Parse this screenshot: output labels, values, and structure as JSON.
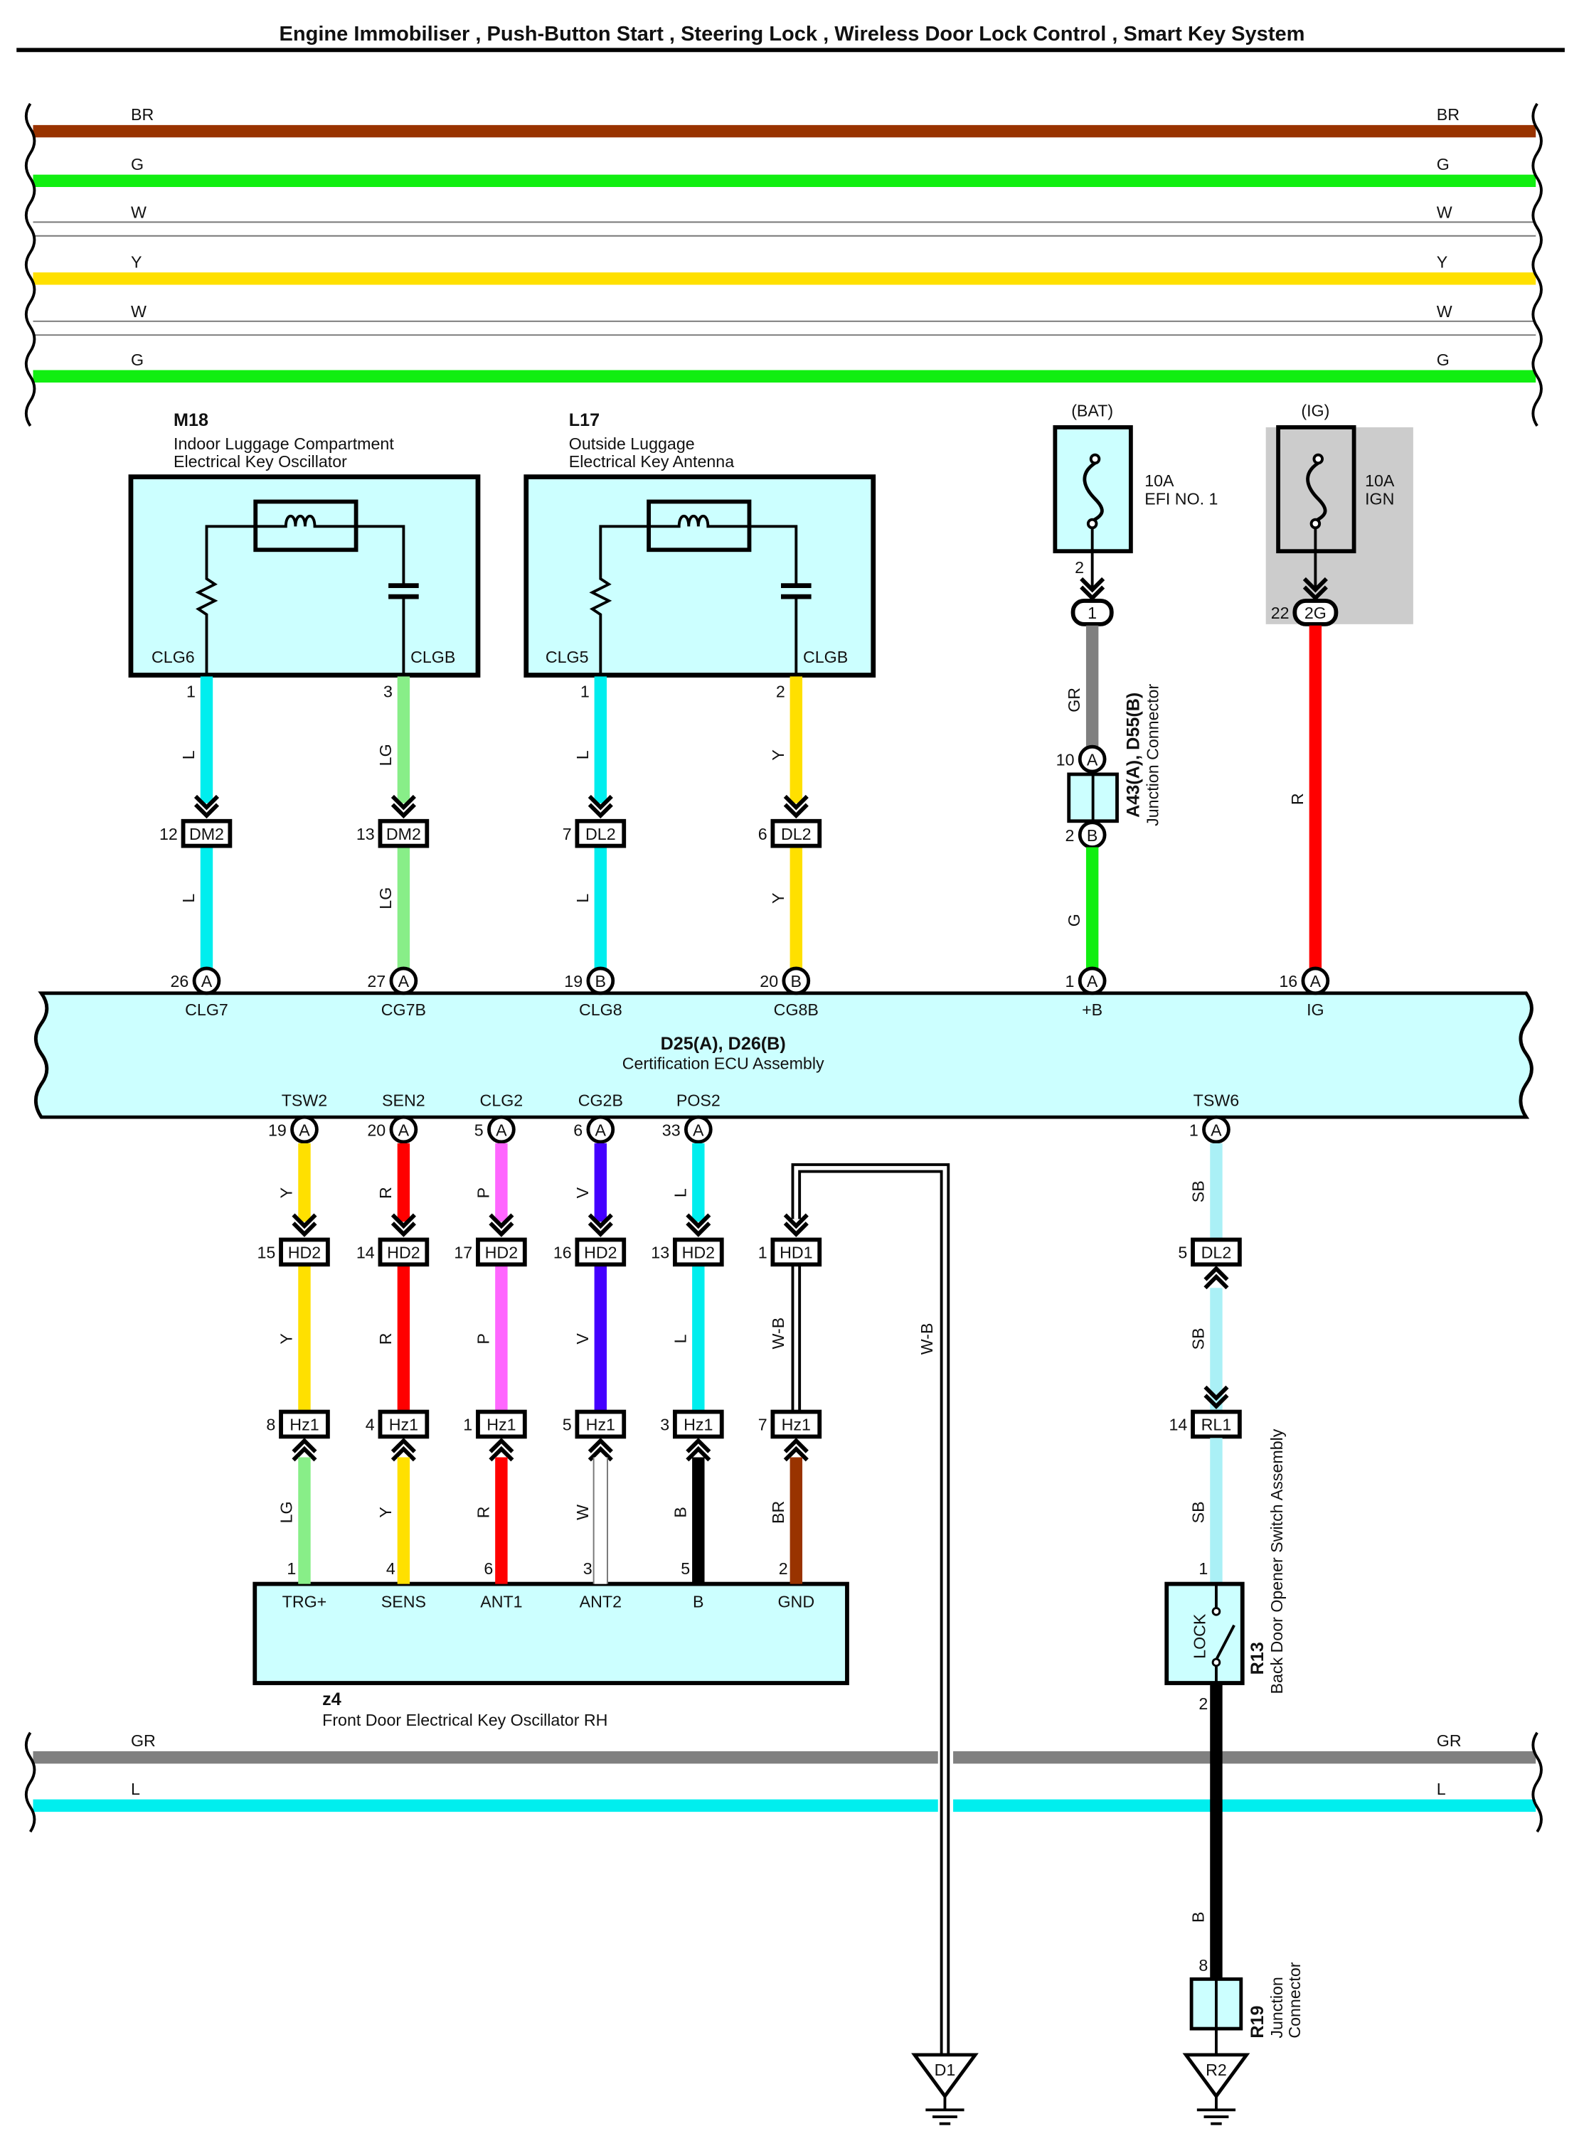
{
  "title": "Engine Immobiliser , Push-Button Start , Steering Lock , Wireless Door Lock Control , Smart Key System",
  "colors": {
    "BR": "#993300",
    "G": "#11ee11",
    "W": "#ffffff",
    "Y": "#ffe000",
    "L": "#00eeee",
    "LG": "#88ee88",
    "GR": "#808080",
    "R": "#ff0000",
    "P": "#ff66ff",
    "V": "#4400ff",
    "B": "#000000",
    "SB": "#aaf0f6",
    "W-B": "#000000",
    "component_fill": "#ccffff",
    "ig_shade": "#cccccc"
  },
  "top_buses": [
    {
      "label": "BR",
      "color": "BR"
    },
    {
      "label": "G",
      "color": "G"
    },
    {
      "label": "W",
      "color": "W"
    },
    {
      "label": "Y",
      "color": "Y"
    },
    {
      "label": "W",
      "color": "W"
    },
    {
      "label": "G",
      "color": "G"
    }
  ],
  "bottom_buses": [
    {
      "label": "GR",
      "color": "GR"
    },
    {
      "label": "L",
      "color": "L"
    }
  ],
  "m18": {
    "code": "M18",
    "name1": "Indoor Luggage Compartment",
    "name2": "Electrical Key Oscillator",
    "term_left": "CLG6",
    "term_right": "CLGB"
  },
  "l17": {
    "code": "L17",
    "name1": "Outside Luggage",
    "name2": "Electrical Key Antenna",
    "term_left": "CLG5",
    "term_right": "CLGB"
  },
  "upper_columns": [
    {
      "src_pin": "1",
      "wire1": "L",
      "conn_pin": "12",
      "conn": "DM2",
      "wire2": "L",
      "ecu_pin": "26",
      "ecu_letter": "A",
      "ecu_term": "CLG7"
    },
    {
      "src_pin": "3",
      "wire1": "LG",
      "conn_pin": "13",
      "conn": "DM2",
      "wire2": "LG",
      "ecu_pin": "27",
      "ecu_letter": "A",
      "ecu_term": "CG7B"
    },
    {
      "src_pin": "1",
      "wire1": "L",
      "conn_pin": "7",
      "conn": "DL2",
      "wire2": "L",
      "ecu_pin": "19",
      "ecu_letter": "B",
      "ecu_term": "CLG8"
    },
    {
      "src_pin": "2",
      "wire1": "Y",
      "conn_pin": "6",
      "conn": "DL2",
      "wire2": "Y",
      "ecu_pin": "20",
      "ecu_letter": "B",
      "ecu_term": "CG8B"
    }
  ],
  "bat_fuse": {
    "source": "(BAT)",
    "rating": "10A",
    "name": "EFI NO. 1",
    "pin": "2",
    "conn": "1",
    "wire1": "GR",
    "jc_pin_top": "10",
    "jc_letter_top": "A",
    "jc_pin_bot": "2",
    "jc_letter_bot": "B",
    "jc_code": "A43(A), D55(B)",
    "jc_name": "Junction Connector",
    "wire2": "G",
    "ecu_pin": "1",
    "ecu_letter": "A",
    "ecu_term": "+B"
  },
  "ig_fuse": {
    "source": "(IG)",
    "rating": "10A",
    "name": "IGN",
    "conn_pin": "22",
    "conn": "2G",
    "wire": "R",
    "ecu_pin": "16",
    "ecu_letter": "A",
    "ecu_term": "IG"
  },
  "ecu": {
    "code": "D25(A), D26(B)",
    "name": "Certification ECU Assembly"
  },
  "lower_columns": [
    {
      "ecu_term": "TSW2",
      "ecu_pin": "19",
      "ecu_letter": "A",
      "wire1": "Y",
      "conn1_pin": "15",
      "conn1": "HD2",
      "wire2": "Y",
      "conn2_pin": "8",
      "conn2": "Hz1",
      "wire3": "LG",
      "z4_pin": "1",
      "z4_term": "TRG+"
    },
    {
      "ecu_term": "SEN2",
      "ecu_pin": "20",
      "ecu_letter": "A",
      "wire1": "R",
      "conn1_pin": "14",
      "conn1": "HD2",
      "wire2": "R",
      "conn2_pin": "4",
      "conn2": "Hz1",
      "wire3": "Y",
      "z4_pin": "4",
      "z4_term": "SENS"
    },
    {
      "ecu_term": "CLG2",
      "ecu_pin": "5",
      "ecu_letter": "A",
      "wire1": "P",
      "conn1_pin": "17",
      "conn1": "HD2",
      "wire2": "P",
      "conn2_pin": "1",
      "conn2": "Hz1",
      "wire3": "R",
      "z4_pin": "6",
      "z4_term": "ANT1"
    },
    {
      "ecu_term": "CG2B",
      "ecu_pin": "6",
      "ecu_letter": "A",
      "wire1": "V",
      "conn1_pin": "16",
      "conn1": "HD2",
      "wire2": "V",
      "conn2_pin": "5",
      "conn2": "Hz1",
      "wire3": "W",
      "z4_pin": "3",
      "z4_term": "ANT2"
    },
    {
      "ecu_term": "POS2",
      "ecu_pin": "33",
      "ecu_letter": "A",
      "wire1": "L",
      "conn1_pin": "13",
      "conn1": "HD2",
      "wire2": "L",
      "conn2_pin": "3",
      "conn2": "Hz1",
      "wire3": "B",
      "z4_pin": "5",
      "z4_term": "B"
    },
    {
      "ecu_term": "",
      "ecu_pin": "",
      "ecu_letter": "",
      "wire1": "",
      "conn1_pin": "1",
      "conn1": "HD1",
      "wire2": "W-B",
      "conn2_pin": "7",
      "conn2": "Hz1",
      "wire3": "BR",
      "z4_pin": "2",
      "z4_term": "GND"
    }
  ],
  "ground_wire": {
    "label": "W-B",
    "ground": "D1"
  },
  "z4": {
    "code": "z4",
    "name": "Front Door Electrical Key Oscillator RH"
  },
  "tsw6": {
    "ecu_term": "TSW6",
    "ecu_pin": "1",
    "ecu_letter": "A",
    "wire1": "SB",
    "conn1_pin": "5",
    "conn1": "DL2",
    "wire2": "SB",
    "conn2_pin": "14",
    "conn2": "RL1",
    "wire3": "SB",
    "sw_pin_top": "1",
    "sw_label": "LOCK",
    "sw_pin_bot": "2",
    "sw_code": "R13",
    "sw_name": "Back Door Opener Switch Assembly",
    "wire4": "B",
    "jc_pin": "8",
    "jc_code": "R19",
    "jc_name1": "Junction",
    "jc_name2": "Connector",
    "ground": "R2"
  }
}
